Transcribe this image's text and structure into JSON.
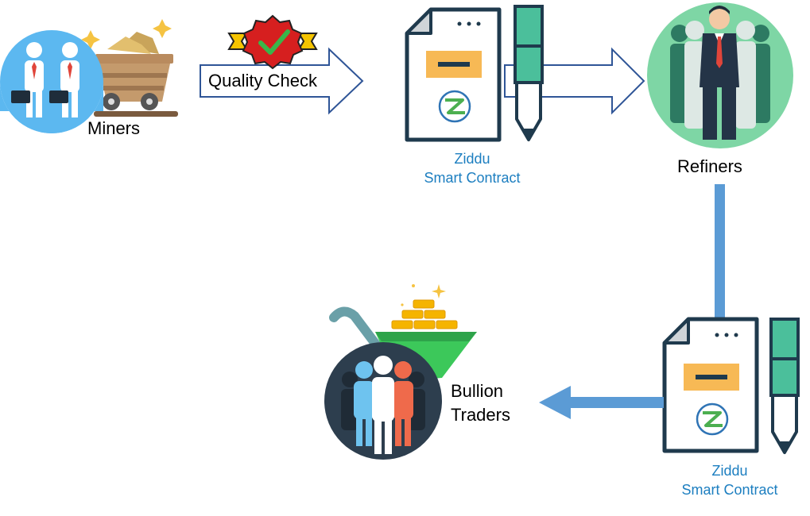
{
  "diagram": {
    "nodes": {
      "miners": {
        "label": "Miners",
        "icon": "miners-with-ore-cart-icon"
      },
      "quality_check": {
        "label": "Quality Check",
        "icon": "quality-check-badge-icon"
      },
      "contract_1": {
        "name": "Ziddu",
        "subtitle": "Smart Contract",
        "icon": "smart-contract-document-icon"
      },
      "refiners": {
        "label": "Refiners",
        "icon": "refiners-group-icon"
      },
      "contract_2": {
        "name": "Ziddu",
        "subtitle": "Smart Contract",
        "icon": "smart-contract-document-icon"
      },
      "bullion_traders": {
        "line1": "Bullion",
        "line2": "Traders",
        "icon": "bullion-traders-icon"
      }
    },
    "colors": {
      "arrow_outline": "#2f5597",
      "connector": "#5b9bd5",
      "contract_text": "#1c7ec0",
      "doc_outline": "#1f3a4d",
      "doc_accent": "#f7b955",
      "pen_green": "#4bbf9b",
      "gold": "#f5b400"
    }
  }
}
